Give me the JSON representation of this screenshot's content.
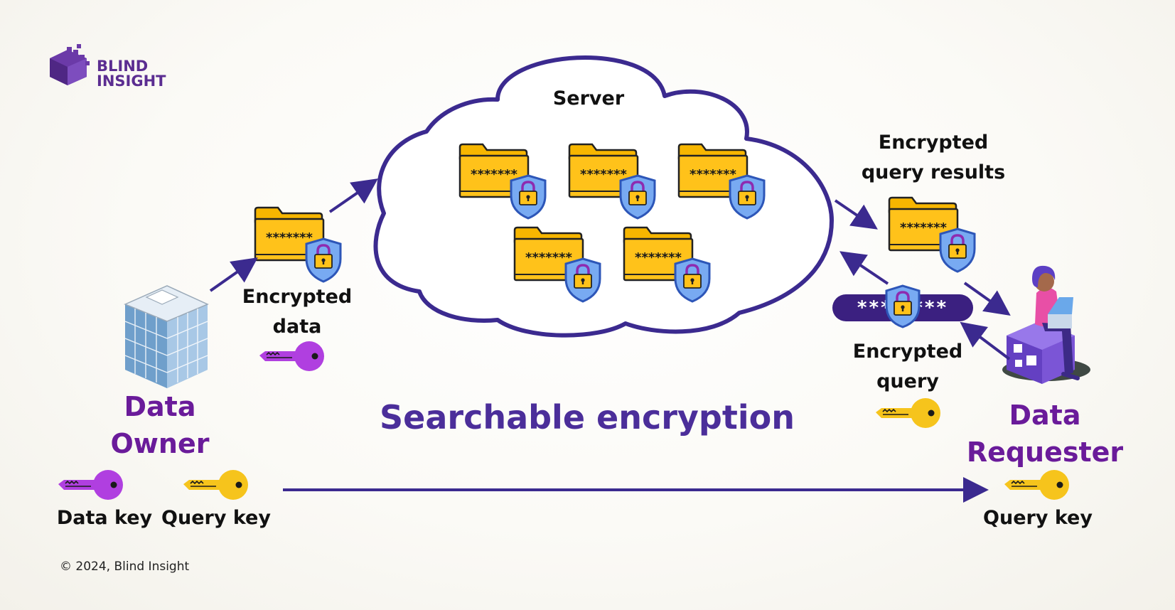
{
  "logo": {
    "line1": "BLIND",
    "line2": "INSIGHT"
  },
  "server_label": "Server",
  "title": "Searchable encryption",
  "encrypted_data_label": [
    "Encrypted",
    "data"
  ],
  "encrypted_results_label": [
    "Encrypted",
    "query results"
  ],
  "encrypted_query_label": [
    "Encrypted",
    "query"
  ],
  "folder_mask": "*******",
  "query_mask": "*** ****",
  "data_owner": {
    "line1": "Data",
    "line2": "Owner",
    "data_key_label": "Data key",
    "query_key_label": "Query key"
  },
  "data_requester": {
    "line1": "Data",
    "line2": "Requester",
    "query_key_label": "Query key"
  },
  "copyright": "© 2024, Blind Insight",
  "colors": {
    "purple_dark": "#3b2a8f",
    "purple_text": "#6a1b9a",
    "title": "#4b2e9a",
    "folder": "#ffc21a",
    "shield": "#6aa0ee",
    "data_key": "#b03fe0",
    "query_key": "#f6c41c"
  }
}
